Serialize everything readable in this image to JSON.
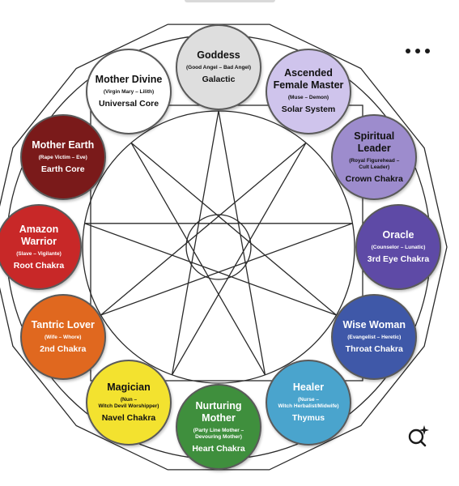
{
  "diagram": {
    "nodes": [
      {
        "id": "goddess",
        "title": "Goddess",
        "subtitle": "(Good Angel – Bad Angel)",
        "location": "Galactic",
        "color": "#dedede",
        "text": "dark"
      },
      {
        "id": "ascended-female-master",
        "title": "Ascended\nFemale Master",
        "subtitle": "(Muse – Demon)",
        "location": "Solar System",
        "color": "#cfc4ec",
        "text": "dark"
      },
      {
        "id": "spiritual-leader",
        "title": "Spiritual\nLeader",
        "subtitle": "(Royal Figurehead –\nCult Leader)",
        "location": "Crown Chakra",
        "color": "#9d8ccd",
        "text": "dark"
      },
      {
        "id": "oracle",
        "title": "Oracle",
        "subtitle": "(Counselor – Lunatic)",
        "location": "3rd Eye Chakra",
        "color": "#5e4aa6",
        "text": "light"
      },
      {
        "id": "wise-woman",
        "title": "Wise Woman",
        "subtitle": "(Evangelist – Heretic)",
        "location": "Throat Chakra",
        "color": "#3f58a8",
        "text": "light"
      },
      {
        "id": "healer",
        "title": "Healer",
        "subtitle": "(Nurse –\nWitch Herbalist/Midwife)",
        "location": "Thymus",
        "color": "#4aa4cd",
        "text": "light"
      },
      {
        "id": "nurturing-mother",
        "title": "Nurturing\nMother",
        "subtitle": "(Party Line Mother –\nDevouring Mother)",
        "location": "Heart Chakra",
        "color": "#3f8f3d",
        "text": "light"
      },
      {
        "id": "magician",
        "title": "Magician",
        "subtitle": "(Nun –\nWitch Devil Worshipper)",
        "location": "Navel Chakra",
        "color": "#f3e22f",
        "text": "dark"
      },
      {
        "id": "tantric-lover",
        "title": "Tantric Lover",
        "subtitle": "(Wife – Whore)",
        "location": "2nd Chakra",
        "color": "#e0681f",
        "text": "light"
      },
      {
        "id": "amazon-warrior",
        "title": "Amazon\nWarrior",
        "subtitle": "(Slave – Vigilante)",
        "location": "Root Chakra",
        "color": "#c82828",
        "text": "light"
      },
      {
        "id": "mother-earth",
        "title": "Mother Earth",
        "subtitle": "(Rape Victim – Eve)",
        "location": "Earth Core",
        "color": "#7a1a1a",
        "text": "light"
      },
      {
        "id": "mother-divine",
        "title": "Mother Divine",
        "subtitle": "(Virgin Mary – Lilith)",
        "location": "Universal Core",
        "color": "#ffffff",
        "text": "dark"
      }
    ],
    "line_color": "#2a2a2a"
  },
  "toolbar": {
    "more_icon": "more-horizontal-icon",
    "lens_icon": "visual-search-icon"
  }
}
